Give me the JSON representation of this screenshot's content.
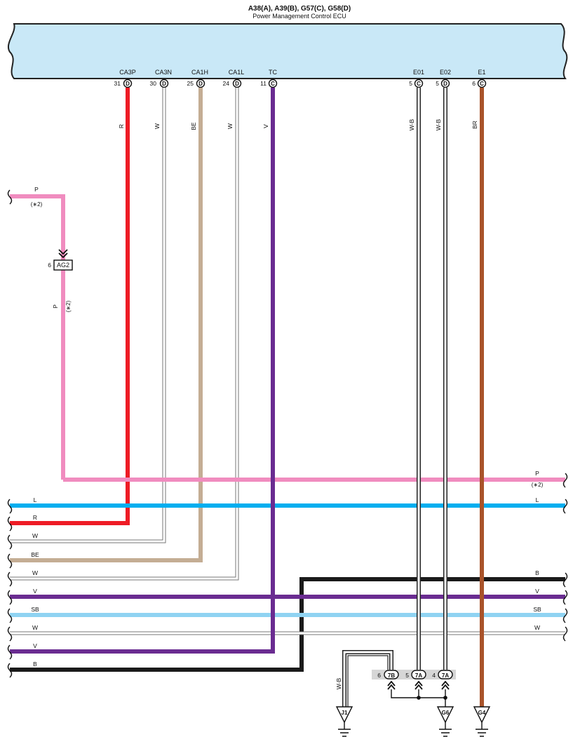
{
  "header": {
    "title": "A38(A), A39(B), G57(C), G58(D)",
    "subtitle": "Power Management Control ECU"
  },
  "colors": {
    "ecu_fill": "#c9e8f7",
    "R": "#ee1c25",
    "W": "#ffffff",
    "BE": "#c4ad94",
    "V": "#6a2c91",
    "WB": "#ffffff",
    "BR": "#a9532a",
    "P": "#f08cbf",
    "L": "#00aeef",
    "B": "#1a1a1a",
    "SB": "#8fd3f2"
  },
  "pins": [
    {
      "name": "CA3P",
      "num": "31",
      "conn": "D",
      "wire": "R"
    },
    {
      "name": "CA3N",
      "num": "30",
      "conn": "D",
      "wire": "W"
    },
    {
      "name": "CA1H",
      "num": "25",
      "conn": "D",
      "wire": "BE"
    },
    {
      "name": "CA1L",
      "num": "24",
      "conn": "D",
      "wire": "W"
    },
    {
      "name": "TC",
      "num": "11",
      "conn": "C",
      "wire": "V"
    },
    {
      "name": "E01",
      "num": "5",
      "conn": "C",
      "wire": "W-B"
    },
    {
      "name": "E02",
      "num": "5",
      "conn": "D",
      "wire": "W-B"
    },
    {
      "name": "E1",
      "num": "6",
      "conn": "C",
      "wire": "BR"
    }
  ],
  "connector_ag2": {
    "pin": "6",
    "name": "AG2"
  },
  "p_wire": {
    "color": "P",
    "note": "(∗2)"
  },
  "harness_left": [
    "L",
    "R",
    "W",
    "BE",
    "W",
    "V",
    "SB",
    "W",
    "V",
    "B"
  ],
  "harness_right": [
    "P",
    "L",
    "B",
    "V",
    "SB",
    "W"
  ],
  "right_p_note": "(∗2)",
  "junction_connectors": [
    {
      "pin": "6",
      "name": "7B"
    },
    {
      "pin": "5",
      "name": "7A"
    },
    {
      "pin": "4",
      "name": "7A"
    }
  ],
  "grounds": [
    "J1",
    "G6",
    "G4"
  ],
  "j1_wire": "W-B"
}
